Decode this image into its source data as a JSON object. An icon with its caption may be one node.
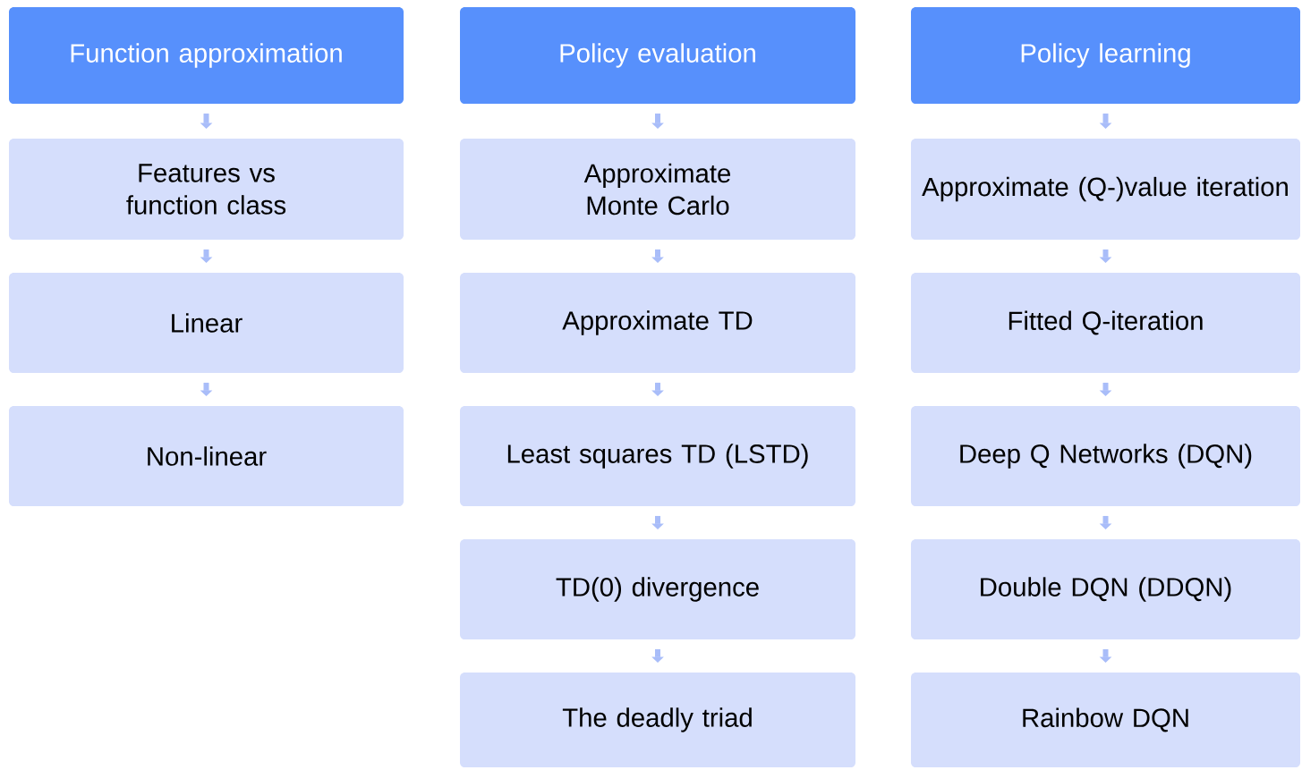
{
  "diagram": {
    "nodes": [
      {
        "text": [
          "Function approximation"
        ]
      },
      {
        "text": [
          "Features vs function class"
        ]
      },
      {
        "text": [
          "Linear"
        ]
      },
      {
        "text": [
          "Non-linear"
        ]
      },
      {
        "text": [
          "Policy evaluation"
        ]
      },
      {
        "text": [
          "Approximate Monte Carlo"
        ]
      },
      {
        "text": [
          "Approximate TD"
        ]
      },
      {
        "text": [
          "Least squares TD (LSTD)"
        ]
      },
      {
        "text": [
          "TD(0) divergence"
        ]
      },
      {
        "text": [
          "The deadly triad"
        ]
      },
      {
        "text": [
          "Policy learning"
        ]
      },
      {
        "text": [
          "Approximate (Q-)value iteration"
        ]
      },
      {
        "text": [
          "Fitted Q-iteration"
        ]
      },
      {
        "text": [
          "Deep Q Networks (DQN)"
        ]
      },
      {
        "text": [
          "Double DQN (DDQN)"
        ]
      },
      {
        "text": [
          "Rainbow DQN"
        ]
      }
    ],
    "edges": [
      {
        "from": 0,
        "to": 1,
        "arrow": "to"
      },
      {
        "from": 1,
        "to": 2,
        "arrow": "to"
      },
      {
        "from": 2,
        "to": 3,
        "arrow": "to"
      },
      {
        "from": 4,
        "to": 5,
        "arrow": "to"
      },
      {
        "from": 5,
        "to": 6,
        "arrow": "to"
      },
      {
        "from": 6,
        "to": 7,
        "arrow": "to"
      },
      {
        "from": 7,
        "to": 8,
        "arrow": "to"
      },
      {
        "from": 8,
        "to": 9,
        "arrow": "to"
      },
      {
        "from": 10,
        "to": 11,
        "arrow": "to"
      },
      {
        "from": 11,
        "to": 12,
        "arrow": "to"
      },
      {
        "from": 12,
        "to": 13,
        "arrow": "to"
      },
      {
        "from": 13,
        "to": 14,
        "arrow": "to"
      },
      {
        "from": 14,
        "to": 15,
        "arrow": "to"
      }
    ]
  }
}
